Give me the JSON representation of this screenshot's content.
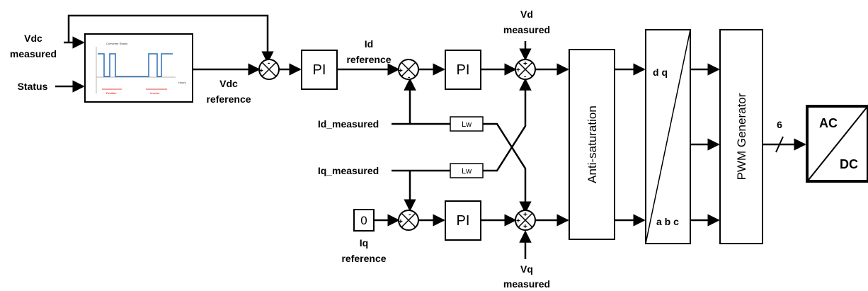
{
  "inputs": {
    "vdc_measured_line1": "Vdc",
    "vdc_measured_line2": "measured",
    "status": "Status",
    "id_measured": "Id_measured",
    "iq_measured": "Iq_measured",
    "iq_ref_value": "0"
  },
  "thumbnail": {
    "title": "Converter Status",
    "left_label": "Rectifier",
    "right_label": "Inverter",
    "axis_label": "Hours"
  },
  "signals": {
    "vdc_reference_line1": "Vdc",
    "vdc_reference_line2": "reference",
    "id_reference_line1": "Id",
    "id_reference_line2": "reference",
    "iq_reference_line1": "Iq",
    "iq_reference_line2": "reference",
    "vd_measured_line1": "Vd",
    "vd_measured_line2": "measured",
    "vq_measured_line1": "Vq",
    "vq_measured_line2": "measured",
    "pulse_count": "6"
  },
  "blocks": {
    "pi": "PI",
    "lw": "Lw",
    "anti_saturation": "Anti-saturation",
    "transform_top": "d q",
    "transform_bottom": "a b c",
    "pwm_generator": "PWM Generator",
    "converter_ac": "AC",
    "converter_dc": "DC"
  },
  "sum_signs": {
    "plus": "+",
    "minus": "-"
  }
}
